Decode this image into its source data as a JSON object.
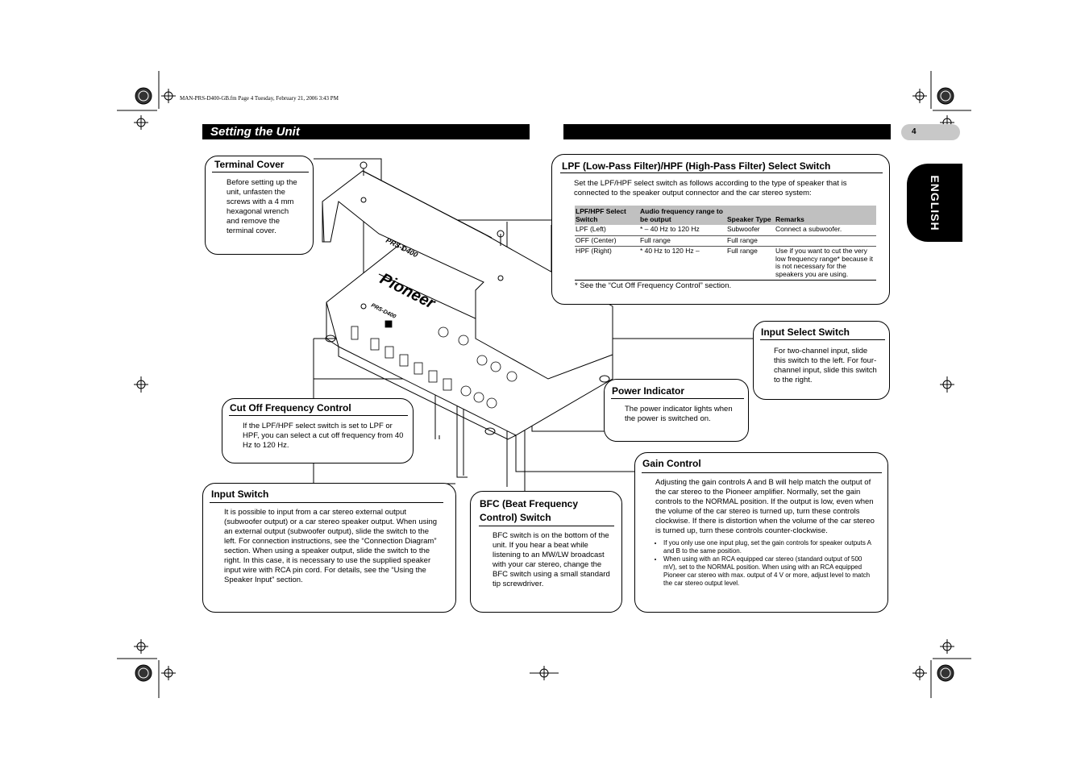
{
  "header": {
    "file_line": "MAN-PRS-D400-GB.fm  Page 4  Tuesday, February 21, 2006  3:43 PM",
    "section_title": "Setting the Unit",
    "page_number": "4",
    "language_tab": "ENGLISH"
  },
  "unit_labels": {
    "brand": "Pioneer",
    "model": "PRS-D400"
  },
  "terminal_cover": {
    "title": "Terminal Cover",
    "body": "Before setting up the unit, unfasten the screws with a 4 mm hexagonal wrench and remove the terminal cover."
  },
  "lpf_hpf": {
    "title": "LPF (Low-Pass Filter)/HPF (High-Pass Filter) Select Switch",
    "intro": "Set the LPF/HPF select switch as follows according to the type of speaker that is connected to the speaker output connector and the car stereo system:",
    "columns": [
      "LPF/HPF Select Switch",
      "Audio frequency range to be output",
      "Speaker Type",
      "Remarks"
    ],
    "rows": [
      [
        "LPF (Left)",
        "* – 40 Hz to 120 Hz",
        "Subwoofer",
        "Connect a subwoofer."
      ],
      [
        "OFF (Center)",
        "Full range",
        "Full range",
        ""
      ],
      [
        "HPF (Right)",
        "* 40 Hz to 120 Hz –",
        "Full range",
        "Use if you want to cut the very low frequency range* because it is not necessary for the speakers you are using."
      ]
    ],
    "footnote": "* See the “Cut Off Frequency Control” section."
  },
  "input_select": {
    "title": "Input Select Switch",
    "body": "For two-channel input, slide this switch to the left. For four-channel input, slide this switch to the right."
  },
  "power_indicator": {
    "title": "Power Indicator",
    "body": "The power indicator lights when the power is switched on."
  },
  "cutoff": {
    "title": "Cut Off Frequency Control",
    "body": "If the LPF/HPF select switch is set to LPF or HPF, you can select a cut off frequency from 40 Hz to 120 Hz."
  },
  "gain": {
    "title": "Gain Control",
    "body": "Adjusting the gain controls A and B will help match the output of the car stereo to the Pioneer amplifier. Normally, set the gain controls to the NORMAL position. If the output is low, even when the volume of the car stereo is turned up, turn these controls clockwise. If there is distortion when the volume of the car stereo is turned up, turn these controls counter-clockwise.",
    "bullets": [
      "If you only use one input plug, set the gain controls for speaker outputs A and B to the same position.",
      "When using with an RCA equipped car stereo (standard output of 500 mV), set to the NORMAL position. When using with an RCA equipped Pioneer car stereo with max. output of 4 V or more, adjust level to match the car stereo output level."
    ]
  },
  "input_switch": {
    "title": "Input Switch",
    "body": "It is possible to input from a car stereo external output (subwoofer output) or a car stereo speaker output. When using an external output (subwoofer output), slide the switch to the left. For connection instructions, see the “Connection Diagram” section. When using a speaker output, slide the switch to the right. In this case, it is necessary to use the supplied speaker input wire with RCA pin cord. For details, see the “Using the Speaker Input” section."
  },
  "bfc": {
    "title": "BFC (Beat Frequency Control) Switch",
    "body": "BFC switch is on the bottom of the unit. If you hear a beat while listening to an MW/LW broadcast with your car stereo, change the BFC switch using a small standard tip screwdriver."
  }
}
